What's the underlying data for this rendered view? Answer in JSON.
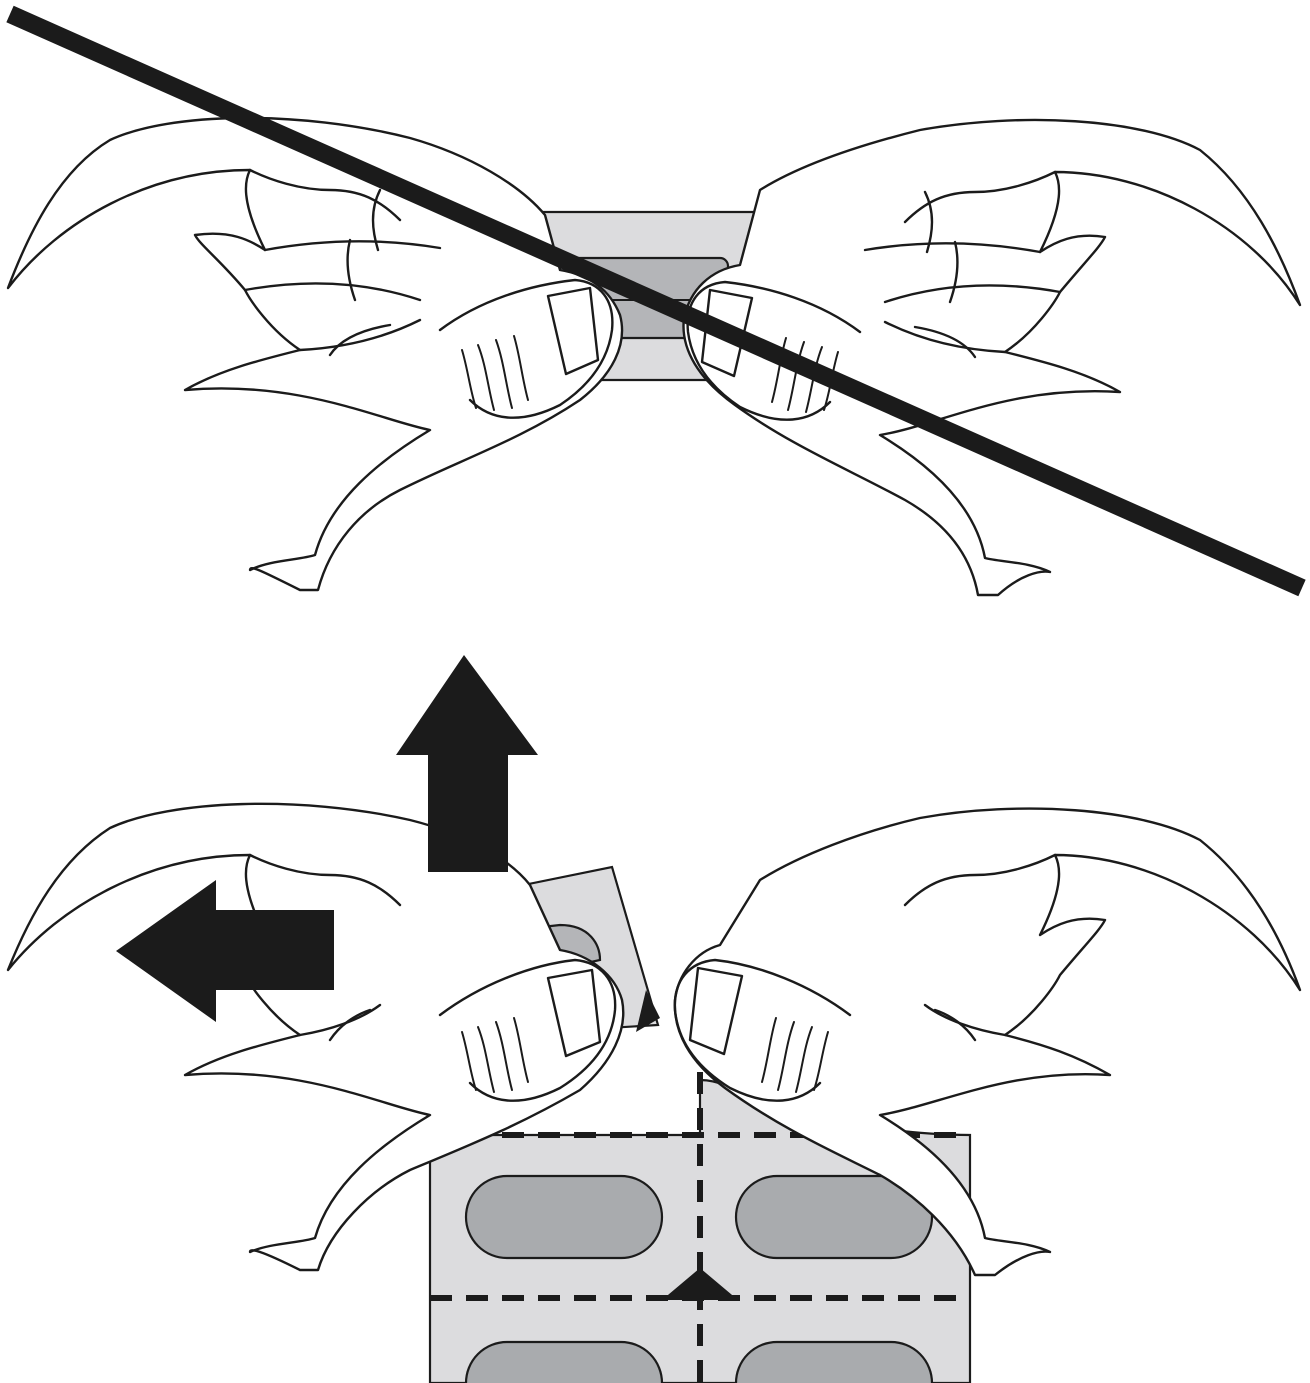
{
  "figure": {
    "panels": [
      {
        "id": "wrong-method",
        "meaning": "crossed-out"
      },
      {
        "id": "correct-method",
        "meaning": "peel-back"
      }
    ],
    "arrows": [
      {
        "direction": "up"
      },
      {
        "direction": "left"
      }
    ],
    "colors": {
      "outline": "#1b1b1b",
      "foil_light": "#dcdcde",
      "foil_mid": "#b4b5b8",
      "tablet": "#a9abae",
      "cross_line": "#1b1b1b",
      "arrow": "#1b1b1b",
      "background": "#ffffff"
    },
    "icons": [
      "strike-line",
      "arrow-up-icon",
      "arrow-left-icon",
      "perforation-triangle-icon"
    ]
  }
}
